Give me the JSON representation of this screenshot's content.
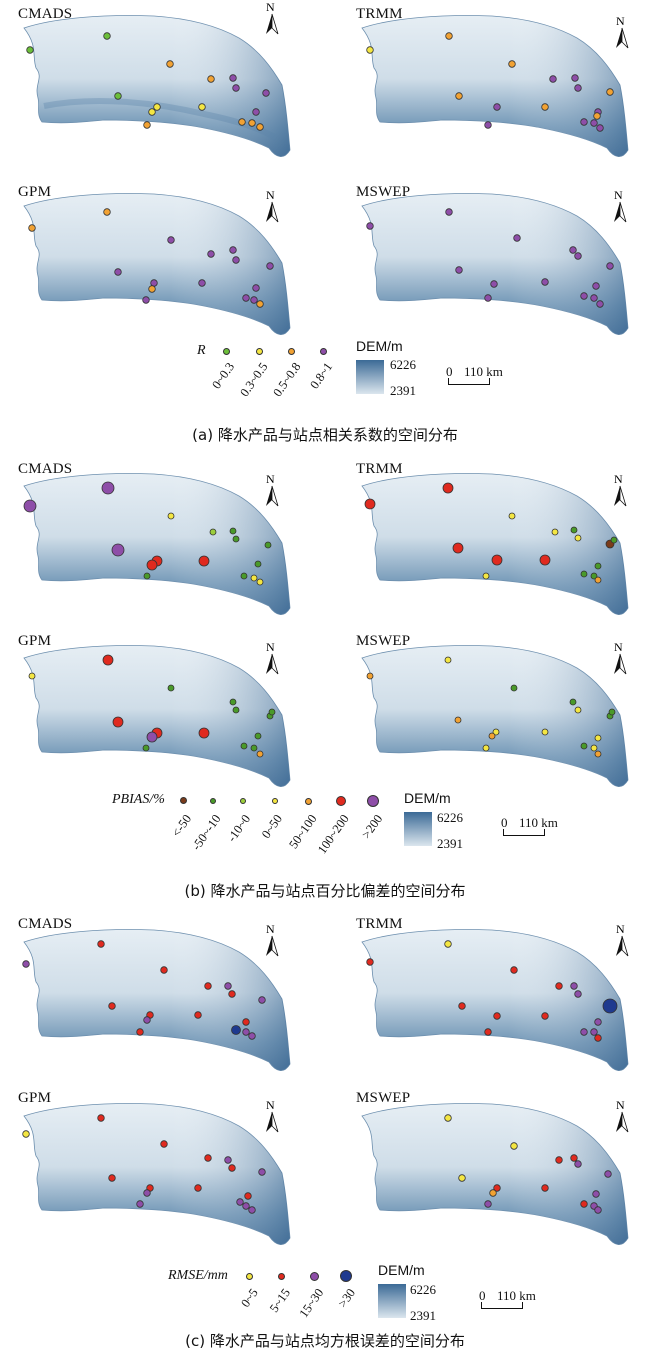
{
  "sections": [
    {
      "id": "a",
      "caption": "(a) 降水产品与站点相关系数的空间分布",
      "legend_title": "R",
      "legend_classes": [
        "0~0.3",
        "0.3~0.5",
        "0.5~0.8",
        "0.8~1"
      ],
      "legend_colors": [
        "#6cbf3a",
        "#f4e642",
        "#f2a233",
        "#8e4ea8"
      ],
      "panels": [
        "CMADS",
        "TRMM",
        "GPM",
        "MSWEP"
      ]
    },
    {
      "id": "b",
      "caption": "(b) 降水产品与站点百分比偏差的空间分布",
      "legend_title": "PBIAS/%",
      "legend_classes": [
        "<-50",
        "-50~-10",
        "-10~0",
        "0~50",
        "50~100",
        "100~200",
        ">200"
      ],
      "legend_colors": [
        "#7a3b1a",
        "#4a9a2a",
        "#9cce3c",
        "#f4e642",
        "#f2a233",
        "#e02a1f",
        "#8e4ea8"
      ],
      "panels": [
        "CMADS",
        "TRMM",
        "GPM",
        "MSWEP"
      ]
    },
    {
      "id": "c",
      "caption": "(c) 降水产品与站点均方根误差的空间分布",
      "legend_title": "RMSE/mm",
      "legend_classes": [
        "0~5",
        "5~15",
        "15~30",
        ">30"
      ],
      "legend_colors": [
        "#f4e642",
        "#e02a1f",
        "#8e4ea8",
        "#1f3a8f"
      ],
      "panels": [
        "CMADS",
        "TRMM",
        "GPM",
        "MSWEP"
      ]
    }
  ],
  "dem": {
    "title": "DEM/m",
    "max": "6226",
    "min": "2391"
  },
  "scale": {
    "zero": "0",
    "label": "110 km"
  },
  "north_label": "N"
}
